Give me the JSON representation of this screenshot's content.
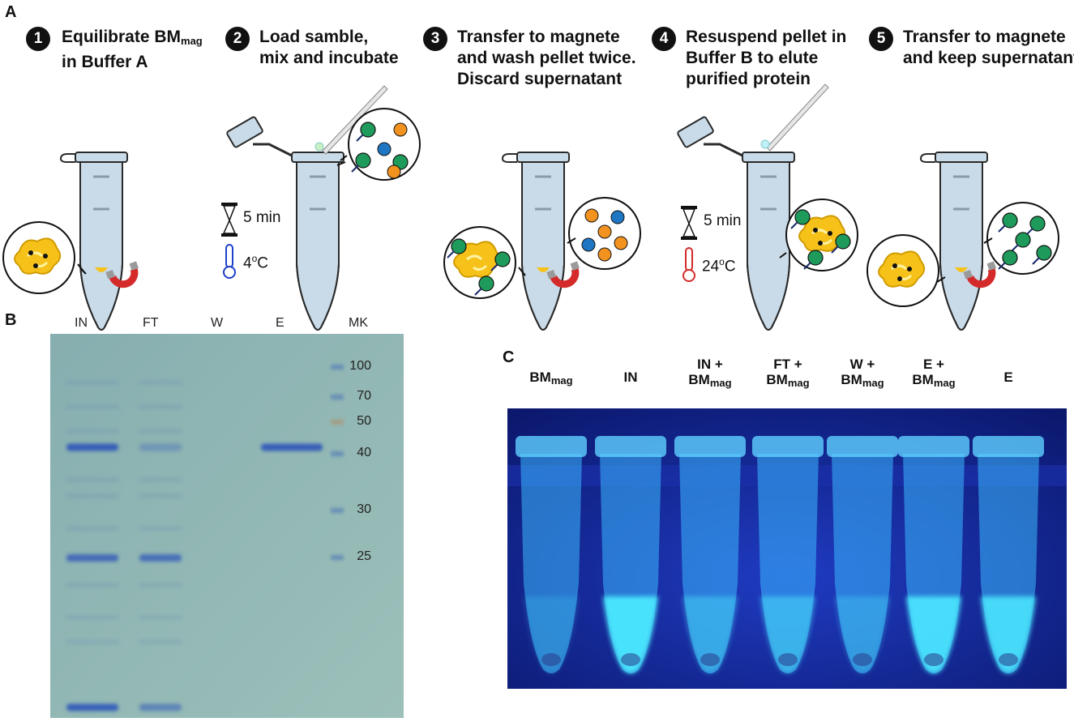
{
  "panels": {
    "a": "A",
    "b": "B",
    "c": "C"
  },
  "steps": [
    {
      "num": "1",
      "line1_main": "Equilibrate BM",
      "line1_sub": "mag",
      "line2": "in Buffer A"
    },
    {
      "num": "2",
      "line1": "Load samble,",
      "line2": "mix and incubate",
      "time": "5 min",
      "temp": "4",
      "temp_sup": "o",
      "temp_unit": "C"
    },
    {
      "num": "3",
      "line1": "Transfer to magnete",
      "line2": "and wash pellet twice.",
      "line3": "Discard supernatant"
    },
    {
      "num": "4",
      "line1": "Resuspend pellet in",
      "line2": "Buffer B to elute",
      "line3": "purified protein",
      "time": "5 min",
      "temp": "24",
      "temp_sup": "o",
      "temp_unit": "C"
    },
    {
      "num": "5",
      "line1": "Transfer to magnete",
      "line2": "and keep supernatant"
    }
  ],
  "gel": {
    "lanes": [
      "IN",
      "FT",
      "W",
      "E",
      "MK"
    ],
    "marker_kda": [
      100,
      70,
      50,
      40,
      30,
      25
    ],
    "bands": [
      {
        "lane": "IN",
        "kda": 42,
        "intensity": 0.9
      },
      {
        "lane": "IN",
        "kda": 25,
        "intensity": 0.75
      },
      {
        "lane": "IN",
        "kda": 14,
        "intensity": 0.85
      },
      {
        "lane": "FT",
        "kda": 42,
        "intensity": 0.3
      },
      {
        "lane": "FT",
        "kda": 25,
        "intensity": 0.7
      },
      {
        "lane": "FT",
        "kda": 14,
        "intensity": 0.5
      },
      {
        "lane": "E",
        "kda": 42,
        "intensity": 0.9
      }
    ]
  },
  "tubes_photo": {
    "labels": [
      {
        "l1": "BM",
        "l1_sub": "mag",
        "l2": "",
        "l2_sub": ""
      },
      {
        "l1": "IN",
        "l1_sub": "",
        "l2": "",
        "l2_sub": ""
      },
      {
        "l1": "IN +",
        "l1_sub": "",
        "l2": "BM",
        "l2_sub": "mag"
      },
      {
        "l1": "FT +",
        "l1_sub": "",
        "l2": "BM",
        "l2_sub": "mag"
      },
      {
        "l1": "W +",
        "l1_sub": "",
        "l2": "BM",
        "l2_sub": "mag"
      },
      {
        "l1": "E +",
        "l1_sub": "",
        "l2": "BM",
        "l2_sub": "mag"
      },
      {
        "l1": "E",
        "l1_sub": "",
        "l2": "",
        "l2_sub": ""
      }
    ],
    "fluorescence": [
      0.05,
      1.0,
      0.35,
      0.45,
      0.2,
      0.95,
      0.9
    ]
  },
  "colors": {
    "bead": "#f6c21a",
    "protein_target": "#1e9b5a",
    "contaminant_orange": "#f29320",
    "contaminant_blue": "#1f76c2",
    "tube": "#c9dbe8",
    "buffer_a": "#bff0f5",
    "buffer_b": "#c8f0c3",
    "magnet": "#d42a2a",
    "gel": "#8fb4b4",
    "gel_band": "#2b54b8",
    "uv_bg": "#0d1d8a",
    "uv_glow": "#4be8ff"
  }
}
